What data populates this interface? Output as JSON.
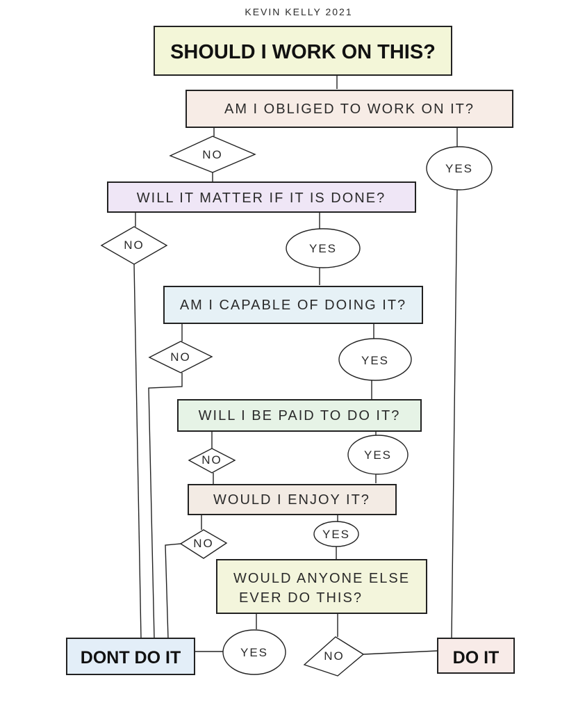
{
  "author": "KEVIN KELLY 2021",
  "title": "SHOULD I WORK ON THIS?",
  "questions": {
    "obliged": "AM I OBLIGED TO WORK ON IT?",
    "matter": "WILL IT MATTER IF IT IS DONE?",
    "capable": "AM I CAPABLE OF DOING IT?",
    "paid": "WILL I BE PAID TO DO IT?",
    "enjoy": "WOULD I ENJOY IT?",
    "anyone_line1": "WOULD ANYONE ELSE",
    "anyone_line2": "EVER DO THIS?"
  },
  "answers": {
    "yes": "YES",
    "no": "NO"
  },
  "outcomes": {
    "dont": "DONT DO IT",
    "do": "DO IT"
  },
  "colors": {
    "title": "#f3f6d8",
    "obliged": "#f7ece6",
    "matter": "#efe6f6",
    "capable": "#e6f1f6",
    "paid": "#e6f3e6",
    "enjoy": "#f3ebe4",
    "anyone": "#f3f5dc",
    "dont": "#e3eef8",
    "do": "#f8ebe8"
  }
}
